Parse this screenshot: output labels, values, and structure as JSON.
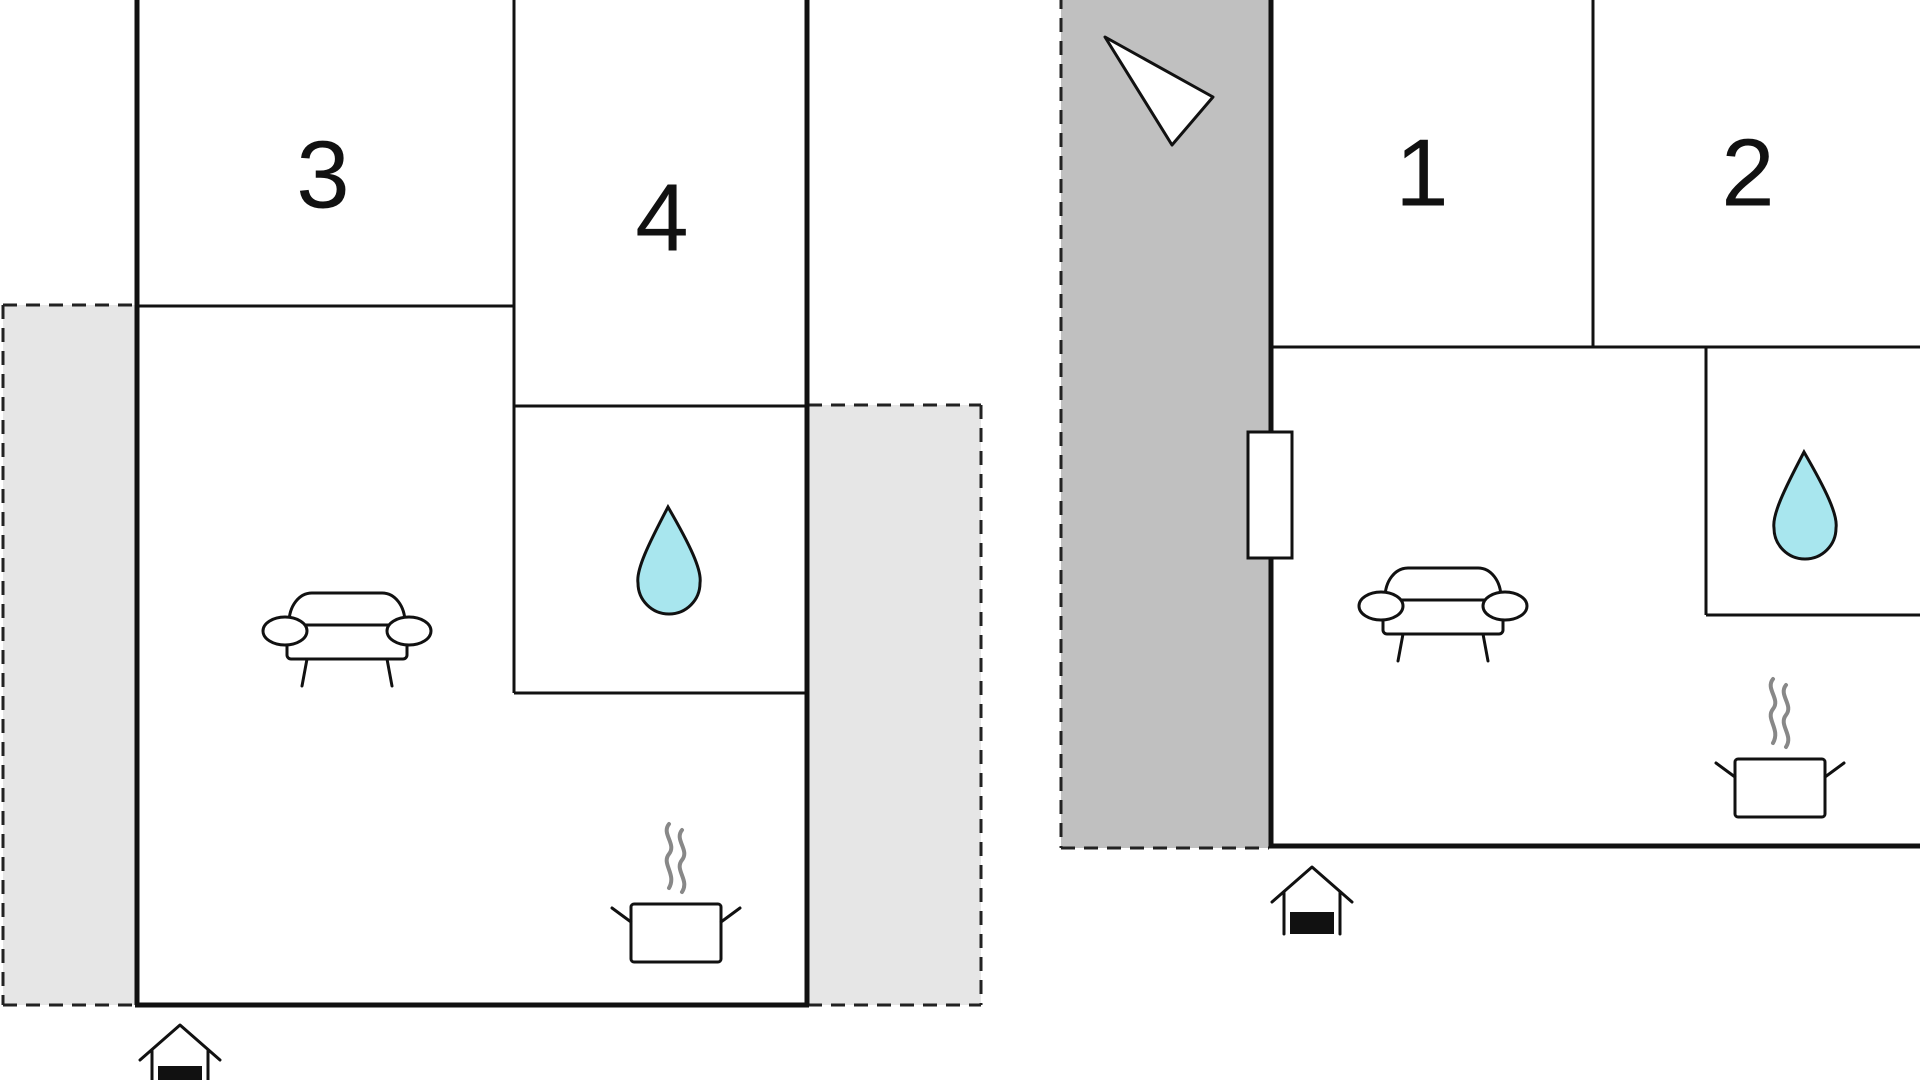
{
  "floorplan": {
    "colors": {
      "terrace_light": "#e6e6e6",
      "terrace_dark": "#c0c0c0",
      "wall": "#111111",
      "water_drop": "#a8e6ee",
      "steam": "#888888",
      "background": "#ffffff"
    },
    "left_unit": {
      "rooms": [
        {
          "label": "3"
        },
        {
          "label": "4"
        }
      ],
      "icons": [
        "sofa-icon",
        "water-drop-icon",
        "cooking-pot-icon",
        "entrance-icon"
      ],
      "terraces": 2
    },
    "right_unit": {
      "rooms": [
        {
          "label": "1"
        },
        {
          "label": "2"
        }
      ],
      "icons": [
        "sun-triangle-icon",
        "door-icon",
        "sofa-icon",
        "water-drop-icon",
        "cooking-pot-icon",
        "entrance-icon"
      ],
      "terraces": 1
    }
  }
}
